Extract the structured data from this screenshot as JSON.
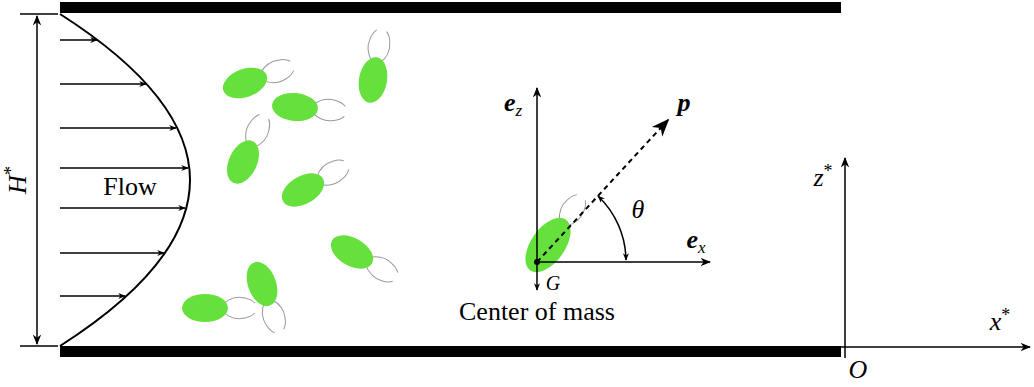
{
  "diagram": {
    "labels": [
      "H*",
      "Flow",
      "ez",
      "p",
      "θ",
      "ex",
      "G",
      "Center of mass",
      "z*",
      "x*",
      "O"
    ]
  }
}
